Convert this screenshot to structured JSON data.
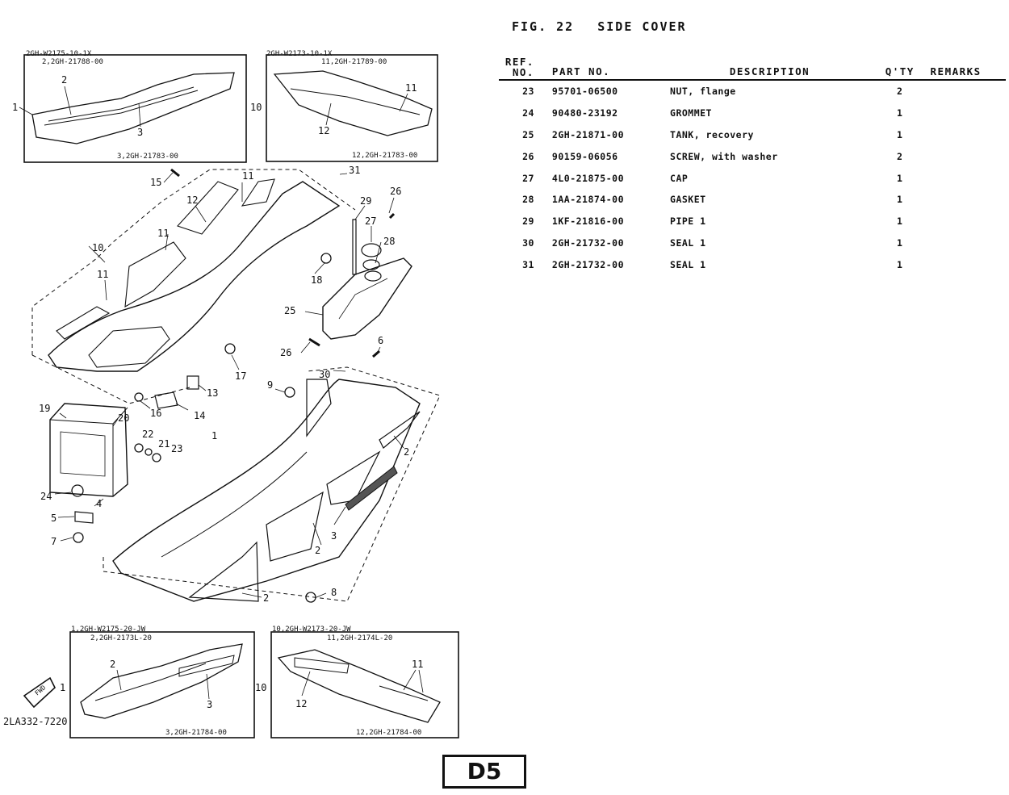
{
  "figure": {
    "fig_label": "FIG. 22",
    "title": "SIDE COVER"
  },
  "table": {
    "headers": {
      "ref_line1": "REF.",
      "ref_line2": "NO.",
      "part_no": "PART NO.",
      "description": "DESCRIPTION",
      "qty": "Q'TY",
      "remarks": "REMARKS"
    },
    "rows": [
      {
        "ref": "23",
        "part_no": "95701-06500",
        "description": "NUT, flange",
        "qty": "2",
        "remarks": ""
      },
      {
        "ref": "24",
        "part_no": "90480-23192",
        "description": "GROMMET",
        "qty": "1",
        "remarks": ""
      },
      {
        "ref": "25",
        "part_no": "2GH-21871-00",
        "description": "TANK, recovery",
        "qty": "1",
        "remarks": ""
      },
      {
        "ref": "26",
        "part_no": "90159-06056",
        "description": "SCREW, with washer",
        "qty": "2",
        "remarks": ""
      },
      {
        "ref": "27",
        "part_no": "4L0-21875-00",
        "description": "CAP",
        "qty": "1",
        "remarks": ""
      },
      {
        "ref": "28",
        "part_no": "1AA-21874-00",
        "description": "GASKET",
        "qty": "1",
        "remarks": ""
      },
      {
        "ref": "29",
        "part_no": "1KF-21816-00",
        "description": "PIPE 1",
        "qty": "1",
        "remarks": ""
      },
      {
        "ref": "30",
        "part_no": "2GH-21732-00",
        "description": "SEAL 1",
        "qty": "1",
        "remarks": ""
      },
      {
        "ref": "31",
        "part_no": "2GH-21732-00",
        "description": "SEAL 1",
        "qty": "1",
        "remarks": ""
      }
    ]
  },
  "insets": {
    "top_left": {
      "line1": "2GH-W2175-10-1X",
      "line2": "2,2GH-21788-00",
      "bottom": "3,2GH-21783-00",
      "ref_side": "1",
      "ref_a": "2",
      "ref_b": "3"
    },
    "top_right": {
      "line1": "2GH-W2173-10-1X",
      "line2": "11,2GH-21789-00",
      "bottom": "12,2GH-21783-00",
      "ref_side": "10",
      "ref_a": "11",
      "ref_b": "12"
    },
    "bottom_left": {
      "line1": "1,2GH-W2175-20-JW",
      "line2": "2,2GH-2173L-20",
      "bottom": "3,2GH-21784-00",
      "ref_side": "1",
      "ref_a": "2",
      "ref_b": "3"
    },
    "bottom_right": {
      "line1": "10,2GH-W2173-20-JW",
      "line2": "11,2GH-2174L-20",
      "bottom": "12,2GH-21784-00",
      "ref_side": "10",
      "ref_a": "11",
      "ref_b": "12"
    }
  },
  "callouts": [
    "1",
    "2",
    "3",
    "4",
    "5",
    "6",
    "7",
    "8",
    "9",
    "10",
    "11",
    "12",
    "13",
    "14",
    "15",
    "16",
    "17",
    "18",
    "19",
    "20",
    "21",
    "22",
    "23",
    "24",
    "25",
    "26",
    "27",
    "28",
    "29",
    "30",
    "31"
  ],
  "fwd_label": "FWD",
  "drawing_code": "2LA332-7220",
  "page_label": "D5"
}
